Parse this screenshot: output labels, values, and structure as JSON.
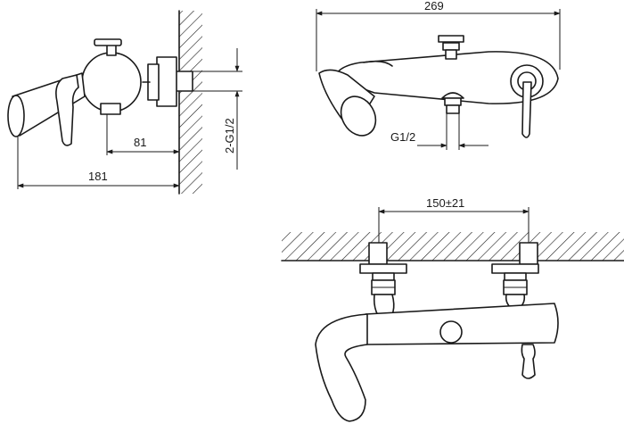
{
  "dimensions": {
    "side_width": "181",
    "side_depth": "81",
    "side_thread": "2-G1/2",
    "top_width": "269",
    "top_thread": "G1/2",
    "front_spacing": "150±21"
  }
}
